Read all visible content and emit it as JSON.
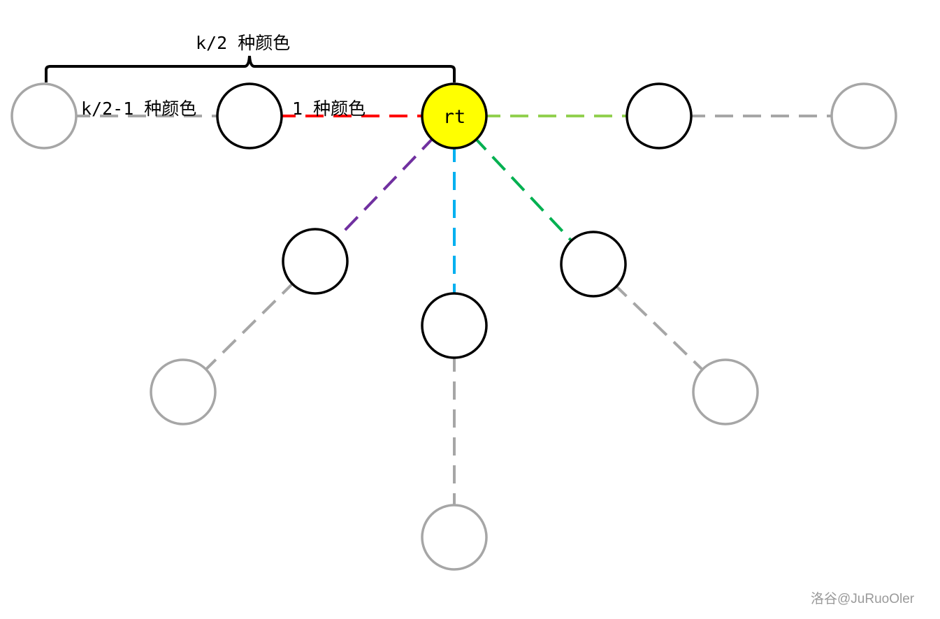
{
  "labels": {
    "total": "k/2 种颜色",
    "left_path": "k/2-1 种颜色",
    "first_edge": "1 种颜色",
    "root": "rt"
  },
  "watermark": "洛谷@JuRuoOler",
  "colors": {
    "gray": "#A6A6A6",
    "red": "#FF0000",
    "light_green": "#92D050",
    "purple": "#7030A0",
    "cyan": "#00B0F0",
    "green": "#00B050",
    "root_fill": "#FFFF00"
  },
  "edges": [
    {
      "from": "A",
      "to": "B",
      "color": "gray"
    },
    {
      "from": "B",
      "to": "rt",
      "color": "red"
    },
    {
      "from": "rt",
      "to": "C",
      "color": "light_green"
    },
    {
      "from": "C",
      "to": "D",
      "color": "gray"
    },
    {
      "from": "rt",
      "to": "E",
      "color": "purple"
    },
    {
      "from": "rt",
      "to": "G",
      "color": "cyan"
    },
    {
      "from": "rt",
      "to": "I",
      "color": "green"
    },
    {
      "from": "E",
      "to": "F",
      "color": "gray"
    },
    {
      "from": "G",
      "to": "H",
      "color": "gray"
    },
    {
      "from": "I",
      "to": "J",
      "color": "gray"
    }
  ]
}
